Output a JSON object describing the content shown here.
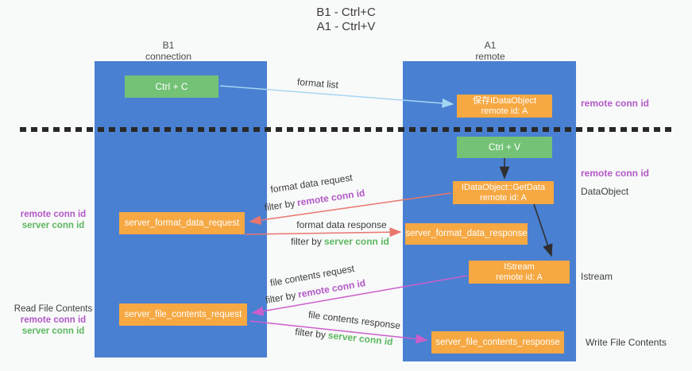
{
  "title": {
    "line1": "B1 - Ctrl+C",
    "line2": "A1 - Ctrl+V"
  },
  "colors": {
    "bg": "#f8f9f9",
    "lane-blue": "#4a80d2",
    "orange": "#f6a842",
    "green": "#74c276",
    "arrow-red": "#e8766e",
    "arrow-magenta": "#cb5ecb",
    "arrow-blue": "#a4d6f2",
    "arrow-black": "#2f2f2f",
    "purple": "#b259c6",
    "green-text": "#5cb85f",
    "text-dark": "#3c3c3c",
    "dash": "#282828"
  },
  "lanes": {
    "left": {
      "title": "B1",
      "subtitle": "connection"
    },
    "right": {
      "title": "A1",
      "subtitle": "remote"
    }
  },
  "nodes": {
    "ctrl_c": {
      "label": "Ctrl + C"
    },
    "save_idataobject": {
      "line1": "保存IDataObject",
      "line2": "remote id: A"
    },
    "ctrl_v": {
      "label": "Ctrl + V"
    },
    "getdata": {
      "line1": "IDataObject::GetData",
      "line2": "remote id: A"
    },
    "istream": {
      "line1": "IStream",
      "line2": "remote id: A"
    },
    "format_request": {
      "label": "server_format_data_request"
    },
    "format_response": {
      "label": "server_format_data_response"
    },
    "file_request": {
      "label": "server_file_contents_request"
    },
    "file_response": {
      "label": "server_file_contents_response"
    }
  },
  "edges": {
    "format_list": "format list",
    "format_data_request": "format data request",
    "format_data_response": "format data response",
    "file_contents_request": "file contents request",
    "file_contents_response": "file contents response",
    "filter_by": "filter by",
    "remote_conn_id": "remote conn id",
    "server_conn_id": "server conn id"
  },
  "annotations": {
    "right_remote_conn_id_top": "remote conn id",
    "right_remote_conn_id_mid": "remote conn id",
    "dataobject": "DataObject",
    "istream": "Istream",
    "write_file_contents": "Write File Contents",
    "left_remote_conn_id_top": "remote conn id",
    "left_server_conn_id_top": "server conn id",
    "read_file_contents": "Read File Contents",
    "left_remote_conn_id_bottom": "remote conn id",
    "left_server_conn_id_bottom": "server conn id"
  }
}
